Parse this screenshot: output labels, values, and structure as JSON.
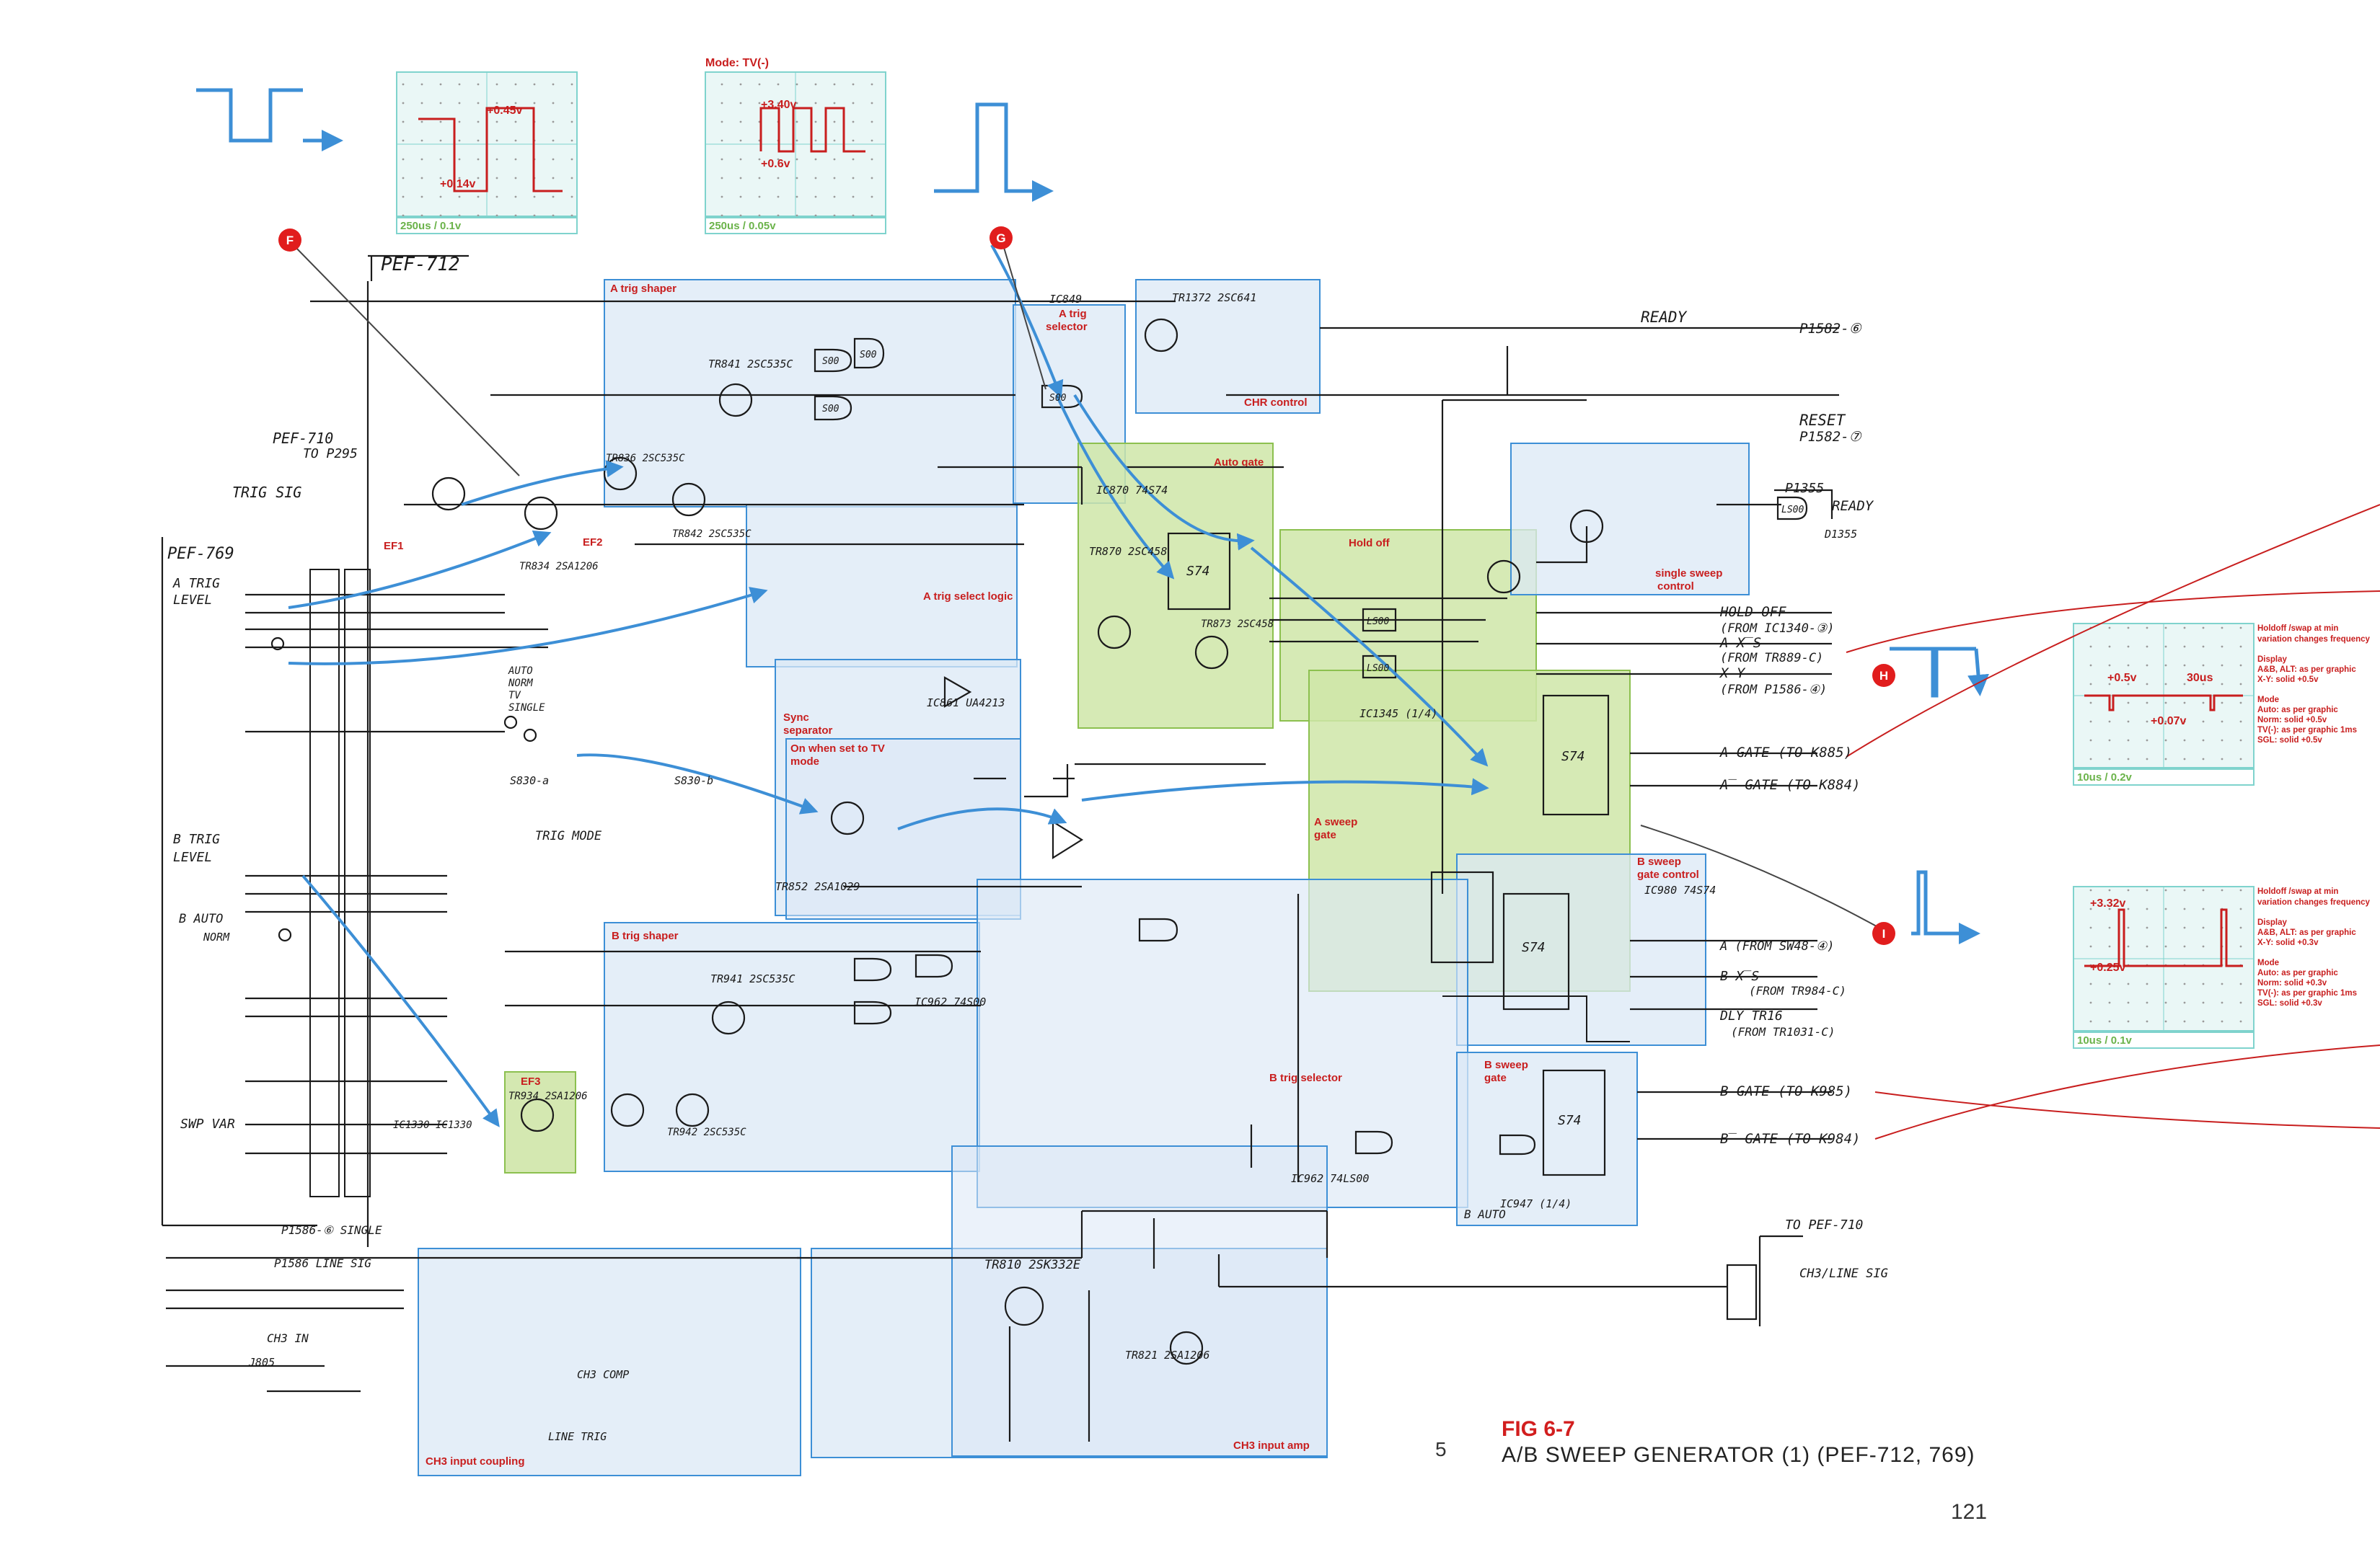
{
  "colors": {
    "blue_region_fill": "#dbe8f6",
    "blue_region_stroke": "#3d8fd6",
    "green_region_fill": "#cfe6a8",
    "green_region_stroke": "#8cc04f",
    "red_label": "#d21e1e",
    "arrow_blue": "#3d8fd6",
    "scope_bg": "#eaf7f6",
    "scope_border": "#7fd3cd",
    "scope_caption_green": "#6bb34a",
    "trace_red": "#c81e1e",
    "ink": "#1a1a1a"
  },
  "probe_markers": [
    {
      "id": "probe-F",
      "letter": "F"
    },
    {
      "id": "probe-G",
      "letter": "G"
    },
    {
      "id": "probe-H",
      "letter": "H"
    },
    {
      "id": "probe-I",
      "letter": "I"
    }
  ],
  "scopes": {
    "F": {
      "mode": "",
      "labels": [
        "+0.45v",
        "+0.14v"
      ],
      "caption": "250us / 0.1v"
    },
    "G": {
      "mode": "Mode: TV(-)",
      "labels": [
        "+3.40v",
        "+0.6v"
      ],
      "caption": "250us / 0.05v"
    },
    "H": {
      "labels": [
        "+0.5v",
        "30us",
        "+0.07v"
      ],
      "caption": "10us / 0.2v",
      "notes": [
        "Holdoff /swap at min",
        "variation changes frequency",
        "",
        "Display",
        "A&B, ALT: as per graphic",
        "X-Y: solid +0.5v",
        "",
        "Mode",
        "Auto: as per graphic",
        "Norm: solid +0.5v",
        "TV(-): as per graphic 1ms",
        "SGL: solid +0.5v"
      ]
    },
    "I": {
      "labels": [
        "+3.32v",
        "+0.25v"
      ],
      "caption": "10us / 0.1v",
      "notes": [
        "Holdoff /swap at min",
        "variation changes frequency",
        "",
        "Display",
        "A&B, ALT: as per graphic",
        "X-Y: solid +0.3v",
        "",
        "Mode",
        "Auto: as per graphic",
        "Norm: solid +0.3v",
        "TV(-): as per graphic 1ms",
        "SGL: solid +0.3v"
      ]
    }
  },
  "regions": [
    {
      "id": "a-trig-shaper",
      "label": "A trig shaper",
      "kind": "blue"
    },
    {
      "id": "a-trig-selector",
      "label": "A trig selector",
      "kind": "blue"
    },
    {
      "id": "chr-control",
      "label": "CHR control",
      "kind": "blue"
    },
    {
      "id": "auto-gate",
      "label": "Auto gate",
      "kind": "green"
    },
    {
      "id": "hold-off",
      "label": "Hold off",
      "kind": "green"
    },
    {
      "id": "single-sweep-control",
      "label": "single sweep control",
      "kind": "blue"
    },
    {
      "id": "a-trig-select-logic",
      "label": "A trig select logic",
      "kind": "blue"
    },
    {
      "id": "sync-separator",
      "label": "Sync separator",
      "kind": "blue"
    },
    {
      "id": "on-when-set-to-tv-mode",
      "label": "On when set to TV mode",
      "kind": "blue"
    },
    {
      "id": "a-sweep-gate",
      "label": "A sweep gate",
      "kind": "green"
    },
    {
      "id": "b-sweep-gate-control",
      "label": "B sweep gate control",
      "kind": "blue"
    },
    {
      "id": "b-trig-shaper",
      "label": "B trig shaper",
      "kind": "blue"
    },
    {
      "id": "b-trig-selector",
      "label": "B trig selector",
      "kind": "blue"
    },
    {
      "id": "b-sweep-gate",
      "label": "B sweep gate",
      "kind": "blue"
    },
    {
      "id": "ch3-input-coupling",
      "label": "CH3 input coupling",
      "kind": "blue"
    },
    {
      "id": "ch3-input-amp",
      "label": "CH3 input amp",
      "kind": "blue"
    },
    {
      "id": "ef1",
      "label": "EF1",
      "kind": "none"
    },
    {
      "id": "ef2",
      "label": "EF2",
      "kind": "none"
    },
    {
      "id": "ef3",
      "label": "EF3",
      "kind": "green"
    }
  ],
  "schematic_text": {
    "pef712": "PEF-712",
    "pef710_to_p295": [
      "PEF-710",
      "TO P295"
    ],
    "pef769": "PEF-769",
    "trig_sig": "TRIG  SIG",
    "a_trig_level": [
      "A TRIG",
      "LEVEL"
    ],
    "b_trig_level": [
      "B TRIG",
      "LEVEL"
    ],
    "b_auto_norm": [
      "B AUTO",
      "NORM"
    ],
    "swp_var": "SWP VAR",
    "trig_mode": "TRIG MODE",
    "mode_list": [
      "AUTO",
      "NORM",
      "TV",
      "SINGLE"
    ],
    "s830a": "S830-a",
    "s830b": "S830-b",
    "ready": "READY",
    "reset": "RESET",
    "p1582_ready": "P1582-⑥",
    "p1582_reset": "P1582-⑦",
    "p1355": "P1355",
    "ready2": "READY",
    "d1355": "D1355",
    "hold_off": "HOLD OFF",
    "from_ic1340": "(FROM IC1340-③)",
    "a_xs": "A  X̅S",
    "from_tr889": "(FROM TR889-C)",
    "x_y": "X-Y",
    "from_p1586": "(FROM P1586-④)",
    "a_gate_1": "A GATE  (TO K885)",
    "a_gate_2": "A̅ GATE  (TO K884)",
    "a_from": "A  (FROM  SW48-④)",
    "b_xs": "B  X̅S",
    "from_tr984": "(FROM TR984-C)",
    "dly_tr16": "DLY TR16",
    "from_tr1031": "(FROM TR1031-C)",
    "b_gate_1": "B GATE  (TO K985)",
    "b_gate_2": "B̅ GATE  (TO K984)",
    "b_auto": "B AUTO",
    "to_pef710": "TO PEF-710",
    "ch3_line_sig": "CH3/LINE SIG",
    "ch3_in": "CH3 IN",
    "j805": "J805",
    "p1586_single": "P1586-⑥  SINGLE",
    "p1586_line": "P1586  LINE SIG",
    "line_trig": "LINE TRIG",
    "ch3_comp": "CH3 COMP",
    "tr841": "TR841  2SC535C",
    "tr842": "TR842  2SC535C",
    "tr834": "TR834  2SA1206",
    "tr836": "TR836  2SC535C",
    "tr870": "TR870  2SC458",
    "tr873": "TR873  2SC458",
    "tr1372": "TR1372  2SC641",
    "tr941": "TR941  2SC535C",
    "tr942": "TR942  2SC535C",
    "tr934": "TR934  2SA1206",
    "tr810": "TR810  2SK332E",
    "tr821": "TR821  2SA1206",
    "tr852": "TR852  2SA1029",
    "ic849": "IC849",
    "ic870": "IC870  74S74",
    "ic861": "IC861  UA4213",
    "ic1345": "IC1345  (1/4)",
    "ic962": "IC962  74S00",
    "ic980": "IC980  74S74",
    "ic962b": "IC962  74LS00",
    "ic947": "IC947  (1/4)",
    "ic1330": "IC1330  IC1330",
    "s74": "S74",
    "s00": "S00",
    "ls00": "LS00"
  },
  "figure": {
    "number": "FIG 6-7",
    "title": "A/B SWEEP GENERATOR (1) (PEF-712, 769)",
    "column_index": "5",
    "page_number": "121"
  }
}
